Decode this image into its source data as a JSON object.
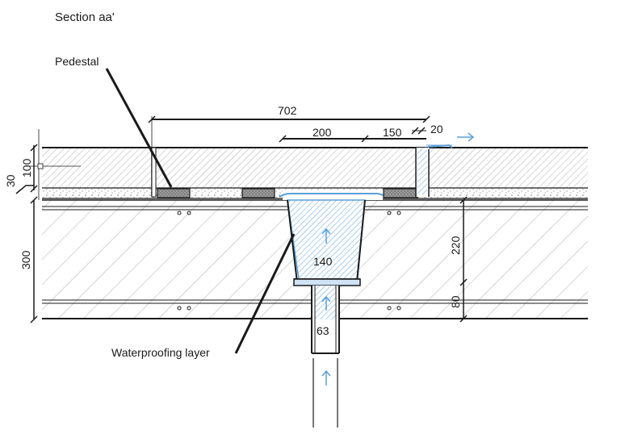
{
  "title": "Section aa'",
  "labels": {
    "pedestal": "Pedestal",
    "waterproofing": "Waterproofing layer"
  },
  "dimensions": {
    "d702": "702",
    "d200": "200",
    "d150": "150",
    "d20": "20",
    "d140": "140",
    "d63": "63",
    "d220": "220",
    "d80": "80",
    "d300": "300",
    "d100": "100",
    "d30": "30"
  },
  "colors": {
    "water": "#5aa0d8",
    "water_fill": "#cfe3f5",
    "line": "#1a1a1a",
    "pad": "#9a9a9a"
  },
  "icons": [
    "arrow-right-icon",
    "arrow-up-icon"
  ]
}
